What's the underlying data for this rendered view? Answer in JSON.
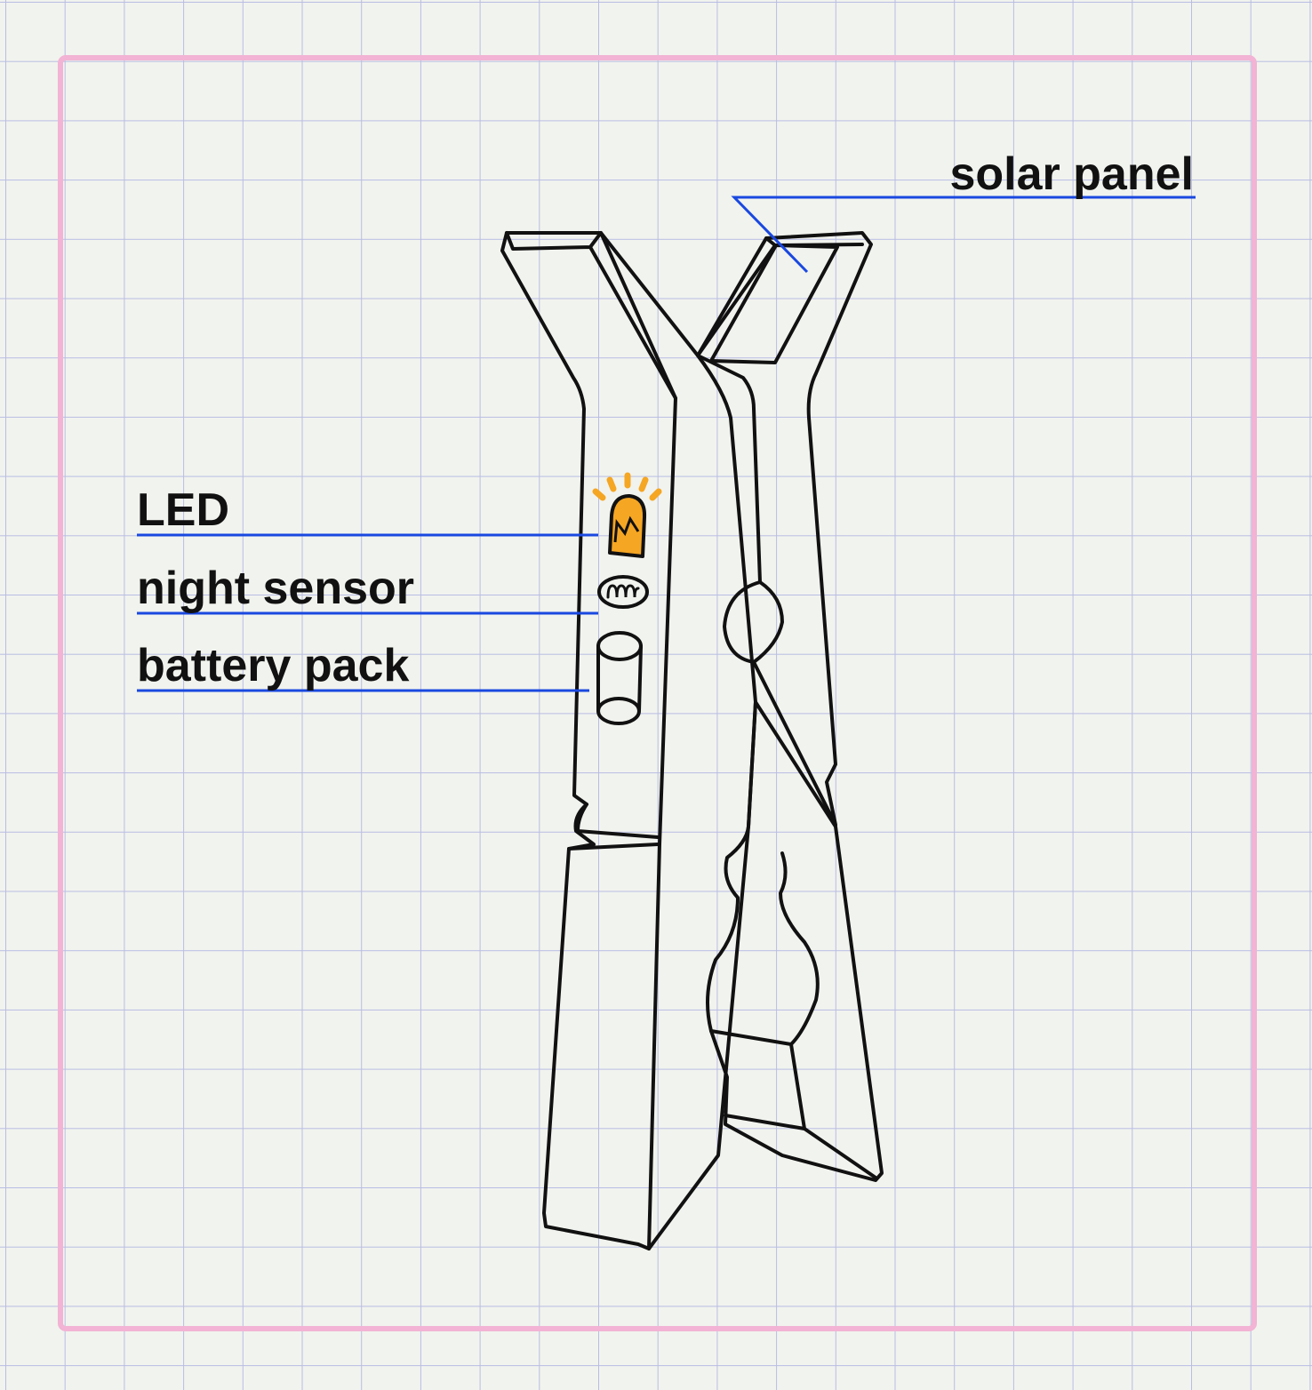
{
  "labels": {
    "solar_panel": "solar panel",
    "led": "LED",
    "night_sensor": "night sensor",
    "battery_pack": "battery pack"
  },
  "colors": {
    "background": "#f1f3ee",
    "grid": "#b9bde3",
    "border": "#f2b3d4",
    "outline": "#111111",
    "leader": "#1a48e0",
    "led": "#f5a623"
  },
  "icons": {
    "led": "led-icon",
    "night_sensor": "night-sensor-icon",
    "battery_pack": "battery-icon"
  }
}
